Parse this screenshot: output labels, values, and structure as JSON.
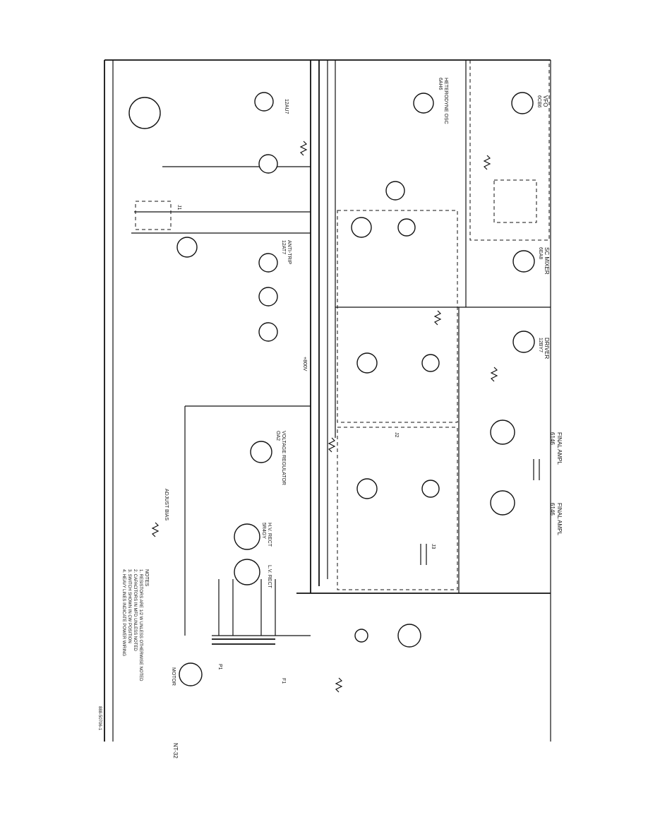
{
  "drawing": {
    "ref_number": "NT-32",
    "sheet_id": "888-50706-1",
    "figure_hint": "SCHEMATIC (ROTATED)"
  },
  "sections": {
    "final_ampl_1": "FINAL AMPL",
    "final_ampl_1_tube": "6146",
    "final_ampl_2": "FINAL AMPL",
    "final_ampl_2_tube": "6146",
    "driver": "DRIVER",
    "driver_tube": "12BY7",
    "sc_mixer": "SC MIXER",
    "sc_mixer_tube": "6EA8",
    "vfo": "VFO",
    "vfo_tube": "6CB6",
    "heterodyne_osc": "HETERODYNE OSC",
    "heterodyne_tube": "6AH6",
    "anti_trip": "ANTI-TRIP",
    "anti_trip_tube": "12AT7",
    "voltage_regulator": "VOLTAGE REGULATOR",
    "vr_tube": "OA2",
    "hv_rect": "H.V. RECT",
    "rect_tube": "5R4GY",
    "lv_rect": "L.V. RECT",
    "relay_tube": "12AU7",
    "adjust_bias": "ADJUST BIAS",
    "hv": "+800V"
  },
  "notes": {
    "title": "NOTES",
    "items": [
      "1. RESISTORS ARE 1/2 W UNLESS OTHERWISE NOTED",
      "2. CAPACITORS IN MFD UNLESS NOTED",
      "3. SWITCH SHOWN IN CW POSITION",
      "4. HEAVY LINES INDICATE POWER WIRING"
    ]
  },
  "parts": {
    "plug": "P1",
    "fuse": "F1",
    "motor": "MOTOR",
    "sockets": [
      "J1",
      "J2",
      "J3"
    ]
  }
}
